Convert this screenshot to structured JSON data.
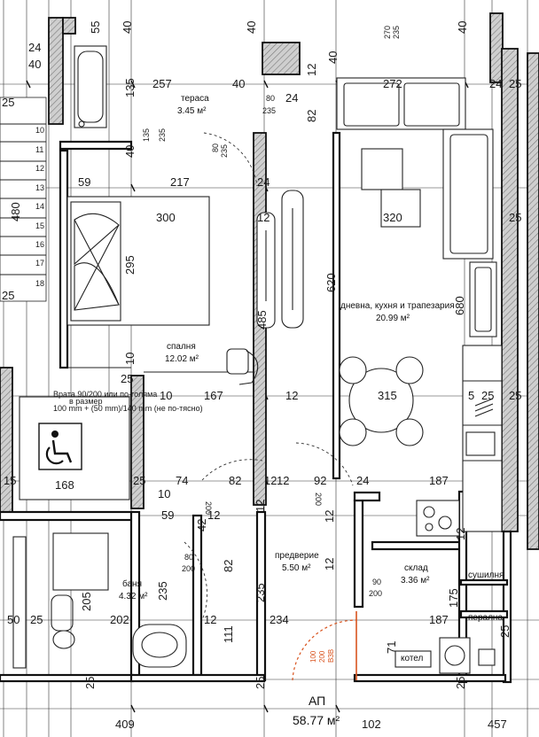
{
  "rooms": {
    "terrace": {
      "name": "тераса",
      "area": "3.45 м²"
    },
    "bedroom": {
      "name": "спалня",
      "area": "12.02 м²"
    },
    "living": {
      "name": "дневна, кухня и трапезария",
      "area": "20.99 м²"
    },
    "hall": {
      "name": "предверие",
      "area": "5.50 м²"
    },
    "bathroom": {
      "name": "баня",
      "area": "4.32 м²"
    },
    "storage": {
      "name": "склад",
      "area": "3.36 м²"
    },
    "dryer": {
      "name": "сушилня"
    },
    "laundry": {
      "name": "перална"
    },
    "boiler": {
      "name": "котел"
    }
  },
  "apartment": {
    "name": "АП",
    "area": "58.77 м²"
  },
  "entrance_door": {
    "code": [
      "100",
      "200",
      "ВЗВ"
    ]
  },
  "dims": {
    "top_55": "55",
    "top_40a": "40",
    "top_40b": "40",
    "top_40c": "40",
    "top_270": "270",
    "top_235": "235",
    "top_24": "24",
    "top_40d": "40",
    "left_25a": "25",
    "left_480": "480",
    "left_25b": "25",
    "stairs": [
      "10",
      "11",
      "12",
      "13",
      "14",
      "15",
      "16",
      "17",
      "18"
    ],
    "d257": "257",
    "d40e": "40",
    "d80": "80",
    "d235a": "235",
    "d24a": "24",
    "d12a": "12",
    "d40f": "40",
    "d82a": "82",
    "d272": "272",
    "d24b": "24",
    "d25a": "25",
    "d135a": "135",
    "d135b": "135",
    "d235b": "235",
    "d40g": "40",
    "d80b": "80",
    "d235c": "235",
    "d59a": "59",
    "d217": "217",
    "d24c": "24",
    "d300": "300",
    "d12b": "12",
    "d320": "320",
    "d295": "295",
    "d620": "620",
    "d485": "485",
    "d680": "680",
    "d25b": "25",
    "d10a": "10",
    "d167": "167",
    "d12c": "12",
    "d315": "315",
    "d5a": "5",
    "d25c": "25",
    "d15": "15",
    "d168": "168",
    "d25d": "25",
    "d74": "74",
    "d82b": "82",
    "d12d": "12",
    "d12e": "12",
    "d92": "92",
    "d24d": "24",
    "d187a": "187",
    "d10b": "10",
    "d200a": "200",
    "d200b": "200",
    "d59b": "59",
    "d12f": "12",
    "d42": "42",
    "d12g": "12",
    "d12h": "12",
    "d80c": "80",
    "d200c": "200",
    "d82c": "82",
    "d235d": "235",
    "d235e": "235",
    "d12i": "12",
    "d90": "90",
    "d200d": "200",
    "d175": "175",
    "d205": "205",
    "d50": "50",
    "d25e": "25",
    "d202": "202",
    "d12j": "12",
    "d234": "234",
    "d187b": "187",
    "d111": "111",
    "d71": "71",
    "d25f": "25",
    "d25g": "25",
    "d25h": "25",
    "d25i": "25",
    "d409": "409",
    "d102": "102",
    "d457": "457"
  },
  "accessible_note": [
    "Врата 90/200 или по-голяма",
    "в размер",
    "100 mm + (50 mm)/140 mm (не по-тясно)"
  ],
  "icons": {
    "accessibility": "wheelchair-icon"
  }
}
